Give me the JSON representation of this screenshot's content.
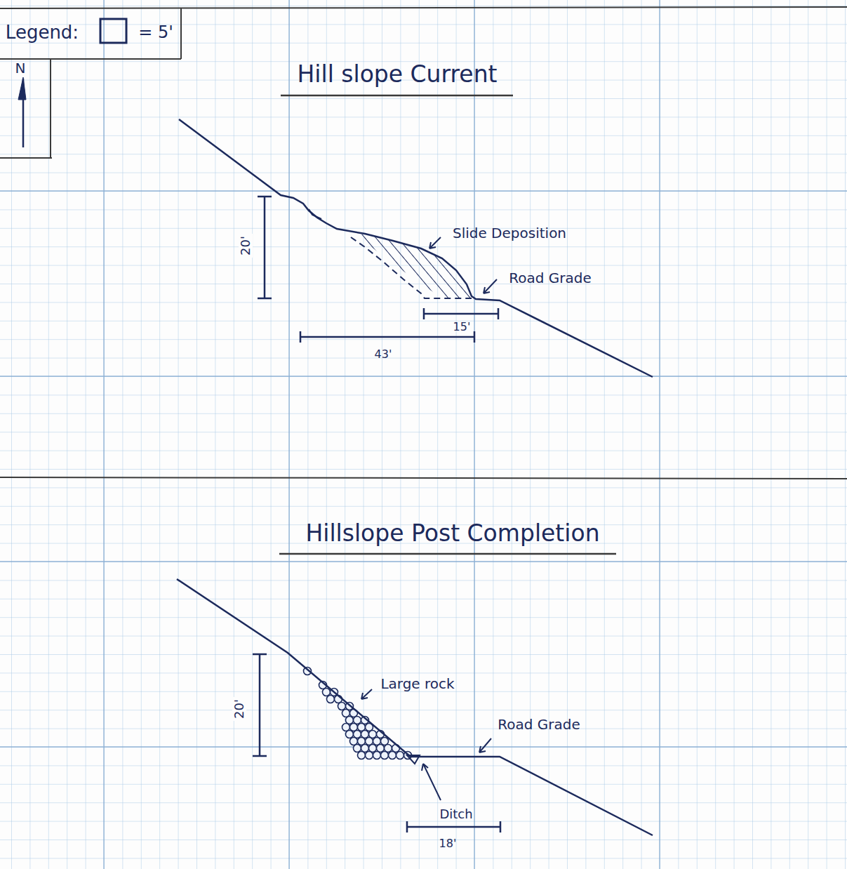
{
  "diagram": {
    "labels": [
      "Legend:",
      "N",
      "Hill slope Current",
      "20'",
      "Slide Deposition",
      "Road Grade",
      "15'",
      "43'",
      "Hillslope Post Completion",
      "20'",
      "Large rock",
      "Road Grade",
      "Ditch",
      "18'"
    ],
    "legend": [
      {
        "text": "= 5'"
      }
    ]
  }
}
